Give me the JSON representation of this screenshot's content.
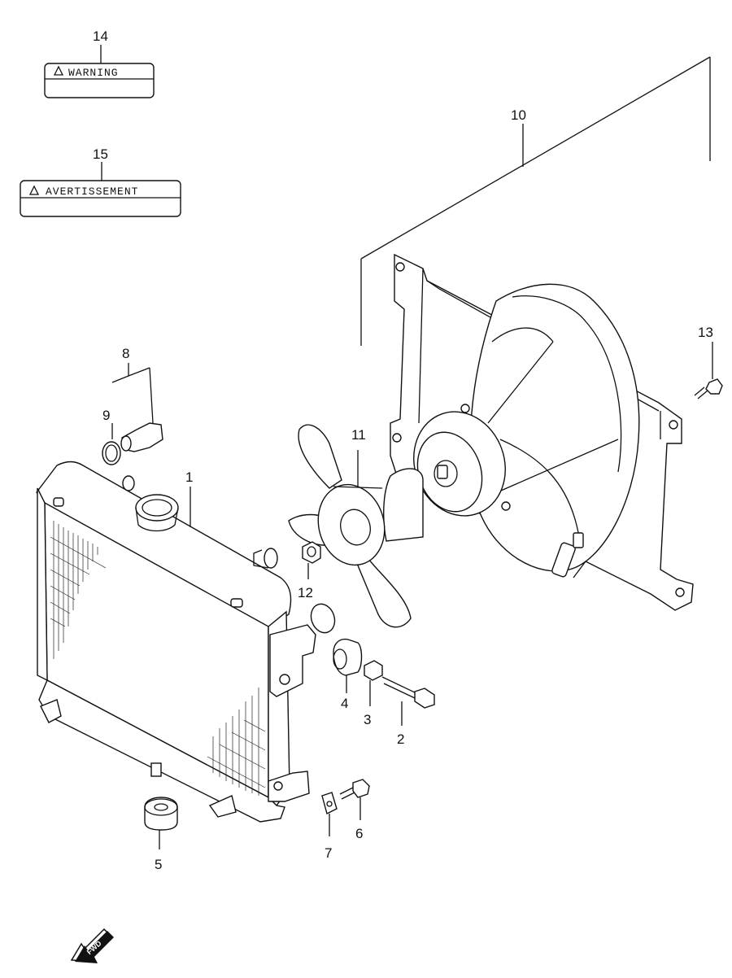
{
  "callouts": {
    "p1": "1",
    "p2": "2",
    "p3": "3",
    "p4": "4",
    "p5": "5",
    "p6": "6",
    "p7": "7",
    "p8": "8",
    "p9": "9",
    "p10": "10",
    "p11": "11",
    "p12": "12",
    "p13": "13",
    "p14": "14",
    "p15": "15"
  },
  "labels": {
    "warning": "WARNING",
    "avertissement": "AVERTISSEMENT"
  },
  "fwd": "FWD"
}
